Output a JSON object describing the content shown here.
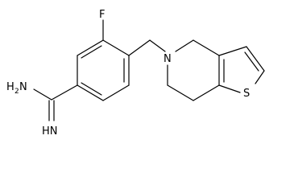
{
  "atoms": {
    "fluorine": "F",
    "nitrogen_ring": "N",
    "sulfur": "S",
    "amine_n": "N",
    "amine_h": "H",
    "amine_sub": "2",
    "imine_hn": "HN"
  }
}
